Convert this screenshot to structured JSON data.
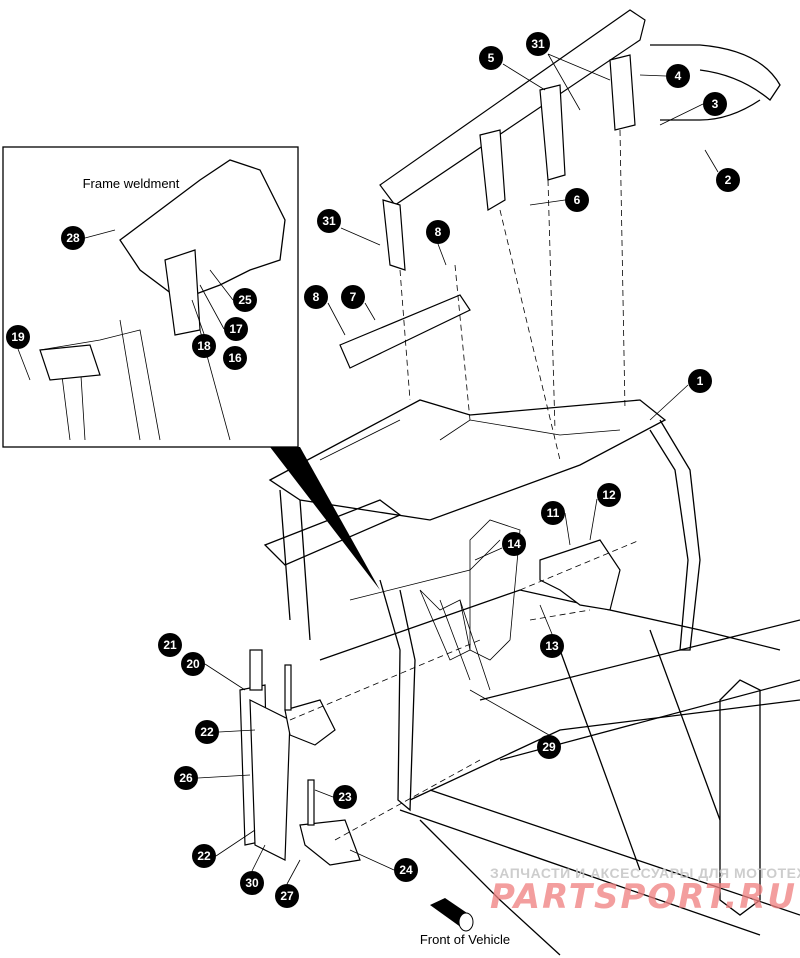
{
  "labels": {
    "frame_weldment": "Frame weldment",
    "front_of_vehicle": "Front of Vehicle"
  },
  "callouts": [
    "5",
    "31",
    "4",
    "3",
    "2",
    "6",
    "31",
    "8",
    "8",
    "7",
    "1",
    "12",
    "11",
    "14",
    "13",
    "29",
    "28",
    "25",
    "17",
    "18",
    "16",
    "19",
    "21",
    "20",
    "22",
    "26",
    "23",
    "22",
    "24",
    "30",
    "27"
  ],
  "watermark": {
    "line1": "ЗАПЧАСТИ И АКСЕССУАРЫ ДЛЯ МОТОТЕХНИКИ",
    "line2": "PARTSPORT.RU",
    "color": "#f08080"
  }
}
